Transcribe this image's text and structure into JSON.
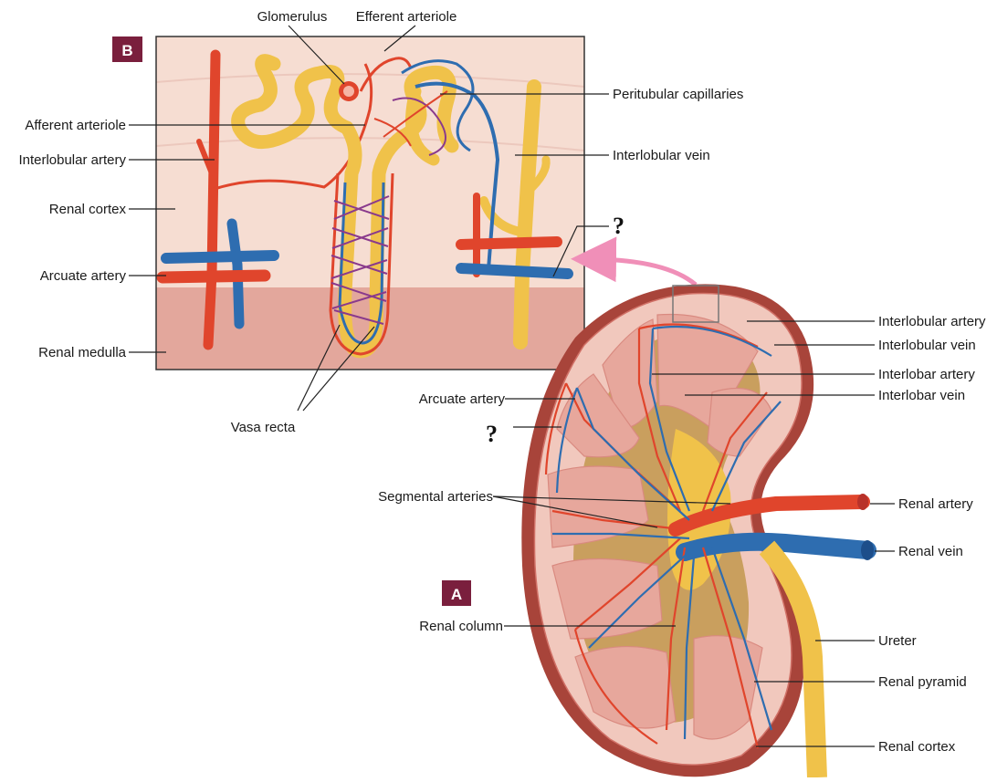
{
  "colors": {
    "artery": "#e0452c",
    "vein": "#2e6db0",
    "capillary": "#8a3a8c",
    "tubule": "#f0c24a",
    "badge": "#7a1f3d",
    "cortex_bg": "#f6ddd2",
    "medulla_bg": "#e3a79c",
    "arrow": "#f08fb8"
  },
  "panel_b": {
    "badge": "B",
    "labels": {
      "glomerulus": "Glomerulus",
      "efferent_arteriole": "Efferent arteriole",
      "afferent_arteriole": "Afferent arteriole",
      "interlobular_artery": "Interlobular artery",
      "renal_cortex": "Renal cortex",
      "arcuate_artery": "Arcuate artery",
      "renal_medulla": "Renal medulla",
      "vasa_recta": "Vasa recta",
      "peritubular_capillaries": "Peritubular capillaries",
      "interlobular_vein": "Interlobular vein",
      "unknown": "?"
    }
  },
  "panel_a": {
    "badge": "A",
    "labels": {
      "interlobular_artery": "Interlobular artery",
      "interlobular_vein": "Interlobular vein",
      "interlobar_artery": "Interlobar artery",
      "interlobar_vein": "Interlobar vein",
      "arcuate_artery": "Arcuate artery",
      "unknown": "?",
      "segmental_arteries": "Segmental arteries",
      "renal_artery": "Renal artery",
      "renal_vein": "Renal vein",
      "renal_column": "Renal column",
      "ureter": "Ureter",
      "renal_pyramid": "Renal pyramid",
      "renal_cortex": "Renal cortex"
    }
  }
}
